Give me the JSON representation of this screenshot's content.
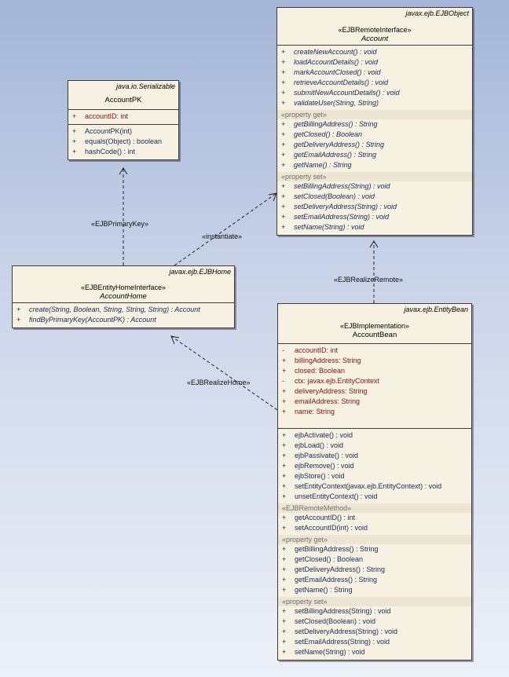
{
  "classes": {
    "account_pk": {
      "parent": "java.io.Serializable",
      "name": "AccountPK",
      "attributes": [
        {
          "vis": "+",
          "text": "accountID:  int"
        }
      ],
      "operations": [
        {
          "vis": "+",
          "text": "AccountPK(int)"
        },
        {
          "vis": "+",
          "text": "equals(Object) : boolean"
        },
        {
          "vis": "+",
          "text": "hashCode() : int"
        }
      ]
    },
    "account": {
      "parent": "javax.ejb.EJBObject",
      "stereotype": "«EJBRemoteInterface»",
      "name": "Account",
      "operations": [
        {
          "vis": "+",
          "text": "createNewAccount() : void"
        },
        {
          "vis": "+",
          "text": "loadAccountDetails() : void"
        },
        {
          "vis": "+",
          "text": "markAccountClosed() : void"
        },
        {
          "vis": "+",
          "text": "retrieveAccountDetails() : void"
        },
        {
          "vis": "+",
          "text": "submitNewAccountDetails() : void"
        },
        {
          "vis": "+",
          "text": "validateUser(String, String)"
        }
      ],
      "property_get_label": "«property get»",
      "getters": [
        {
          "vis": "+",
          "text": "getBillingAddress() : String"
        },
        {
          "vis": "+",
          "text": "getClosed() : Boolean"
        },
        {
          "vis": "+",
          "text": "getDeliveryAddress() : String"
        },
        {
          "vis": "+",
          "text": "getEmailAddress() : String"
        },
        {
          "vis": "+",
          "text": "getName() : String"
        }
      ],
      "property_set_label": "«property set»",
      "setters": [
        {
          "vis": "+",
          "text": "setBillingAddress(String) : void"
        },
        {
          "vis": "+",
          "text": "setClosed(Boolean) : void"
        },
        {
          "vis": "+",
          "text": "setDeliveryAddress(String) : void"
        },
        {
          "vis": "+",
          "text": "setEmailAddress(String) : void"
        },
        {
          "vis": "+",
          "text": "setName(String) : void"
        }
      ]
    },
    "account_home": {
      "parent": "javax.ejb.EJBHome",
      "stereotype": "«EJBEntityHomeInterface»",
      "name": "AccountHome",
      "operations": [
        {
          "vis": "+",
          "text": "create(String, Boolean, String, String, String) : Account"
        },
        {
          "vis": "+",
          "text": "findByPrimaryKey(AccountPK) : Account"
        }
      ]
    },
    "account_bean": {
      "parent": "javax.ejb.EntityBean",
      "stereotype": "«EJBImplementation»",
      "name": "AccountBean",
      "attributes": [
        {
          "vis": "-",
          "text": "accountID:  int"
        },
        {
          "vis": "+",
          "text": "billingAddress:  String"
        },
        {
          "vis": "+",
          "text": "closed:  Boolean"
        },
        {
          "vis": "-",
          "text": "ctx:  javax.ejb.EntityContext"
        },
        {
          "vis": "+",
          "text": "deliveryAddress:  String"
        },
        {
          "vis": "+",
          "text": "emailAddress:  String"
        },
        {
          "vis": "+",
          "text": "name:  String"
        }
      ],
      "operations": [
        {
          "vis": "+",
          "text": "ejbActivate() : void"
        },
        {
          "vis": "+",
          "text": "ejbLoad() : void"
        },
        {
          "vis": "+",
          "text": "ejbPassivate() : void"
        },
        {
          "vis": "+",
          "text": "ejbRemove() : void"
        },
        {
          "vis": "+",
          "text": "ejbStore() : void"
        },
        {
          "vis": "+",
          "text": "setEntityContext(javax.ejb.EntityContext) : void"
        },
        {
          "vis": "+",
          "text": "unsetEntityContext() : void"
        }
      ],
      "remote_method_label": "«EJBRemoteMethod»",
      "remote_methods": [
        {
          "vis": "+",
          "text": "getAccountID() : int"
        },
        {
          "vis": "+",
          "text": "setAccountID(int) : void"
        }
      ],
      "property_get_label": "«property get»",
      "getters": [
        {
          "vis": "+",
          "text": "getBillingAddress() : String"
        },
        {
          "vis": "+",
          "text": "getClosed() : Boolean"
        },
        {
          "vis": "+",
          "text": "getDeliveryAddress() : String"
        },
        {
          "vis": "+",
          "text": "getEmailAddress() : String"
        },
        {
          "vis": "+",
          "text": "getName() : String"
        }
      ],
      "property_set_label": "«property set»",
      "setters": [
        {
          "vis": "+",
          "text": "setBillingAddress(String) : void"
        },
        {
          "vis": "+",
          "text": "setClosed(Boolean) : void"
        },
        {
          "vis": "+",
          "text": "setDeliveryAddress(String) : void"
        },
        {
          "vis": "+",
          "text": "setEmailAddress(String) : void"
        },
        {
          "vis": "+",
          "text": "setName(String) : void"
        }
      ]
    }
  },
  "connectors": {
    "primary_key": "«EJBPrimaryKey»",
    "instantiate": "«instantiate»",
    "realize_remote": "«EJBRealizeRemote»",
    "realize_home": "«EJBRealizeHome»"
  },
  "colors": {
    "class_fill": "#f7f1e1",
    "attribute_text": "#7a1010",
    "operation_text": "#122a5c",
    "background_top": "#a3b5d8",
    "background_bottom": "#ecf0f8"
  }
}
